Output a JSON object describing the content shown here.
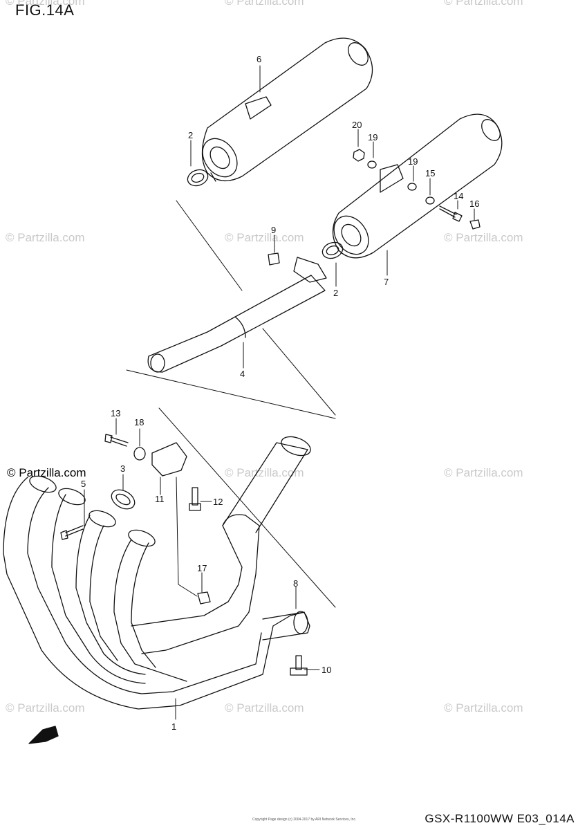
{
  "figure_title": "FIG.14A",
  "model_code": "GSX-R1100WW  E03_014A",
  "brand_logo_text": "© Partzilla.com",
  "watermark_text": "© Partzilla.com",
  "copyright_text": "Copyright\nPage design (c) 2004-2017 by ARI Network Services, Inc.",
  "colors": {
    "line": "#111111",
    "watermark": "#c9c9c9",
    "background": "#ffffff"
  },
  "callouts": [
    {
      "id": "c1",
      "label": "1"
    },
    {
      "id": "c2a",
      "label": "2"
    },
    {
      "id": "c2b",
      "label": "2"
    },
    {
      "id": "c3",
      "label": "3"
    },
    {
      "id": "c4",
      "label": "4"
    },
    {
      "id": "c5",
      "label": "5"
    },
    {
      "id": "c6",
      "label": "6"
    },
    {
      "id": "c7",
      "label": "7"
    },
    {
      "id": "c8",
      "label": "8"
    },
    {
      "id": "c9",
      "label": "9"
    },
    {
      "id": "c10",
      "label": "10"
    },
    {
      "id": "c11",
      "label": "11"
    },
    {
      "id": "c12",
      "label": "12"
    },
    {
      "id": "c13",
      "label": "13"
    },
    {
      "id": "c14",
      "label": "14"
    },
    {
      "id": "c15",
      "label": "15"
    },
    {
      "id": "c16",
      "label": "16"
    },
    {
      "id": "c17",
      "label": "17"
    },
    {
      "id": "c18",
      "label": "18"
    },
    {
      "id": "c19a",
      "label": "19"
    },
    {
      "id": "c19b",
      "label": "19"
    },
    {
      "id": "c20",
      "label": "20"
    }
  ],
  "front_arrow_icon": "front-arrow-icon"
}
